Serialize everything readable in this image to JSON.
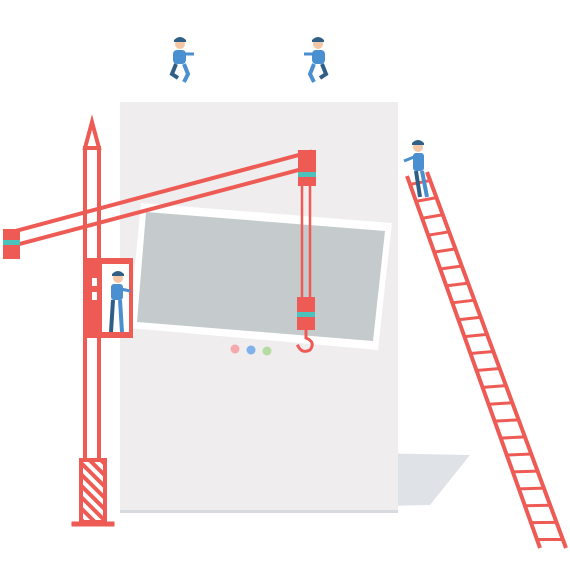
{
  "palette": {
    "crane_red": "#ee5b55",
    "crane_teal": "#4cc2bc",
    "panel_bg": "#efedee",
    "placeholder_gray": "#c5cacc",
    "worker_blue": "#4a8fd0",
    "worker_dark": "#2f5f86",
    "skin": "#f3c7a6",
    "shadow": "#d7dbe0"
  },
  "pagination": {
    "dots": [
      {
        "color": "#f6a9ad",
        "state": "active"
      },
      {
        "color": "#7fb1ea",
        "state": "inactive"
      },
      {
        "color": "#b6dca4",
        "state": "inactive"
      }
    ]
  },
  "icons": [
    "worker-icon",
    "crane-icon",
    "ladder-icon",
    "hook-icon",
    "image-placeholder-icon"
  ]
}
